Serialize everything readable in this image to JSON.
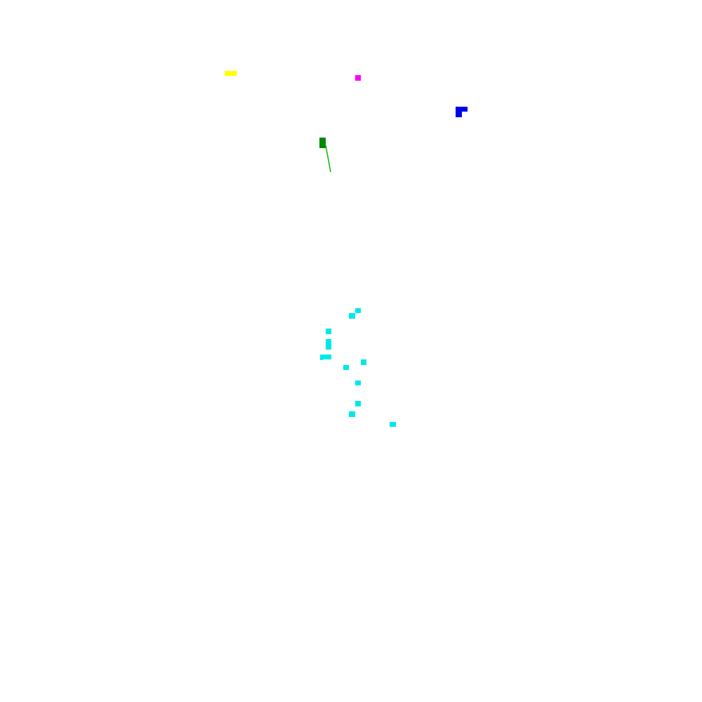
{
  "colors": {
    "background": "#ffffff",
    "yellow": "#ffff00",
    "magenta": "#ff00ff",
    "blue": "#0000ee",
    "green_block": "#008800",
    "green_trail": "#00bb00",
    "cyan": "#00e8e8"
  },
  "entities": [
    {
      "name": "yellow-object",
      "color_key": "yellow"
    },
    {
      "name": "magenta-object",
      "color_key": "magenta"
    },
    {
      "name": "blue-object",
      "color_key": "blue"
    },
    {
      "name": "green-object",
      "color_key": "green_block"
    },
    {
      "name": "cyan-particles",
      "color_key": "cyan",
      "count": 11
    }
  ]
}
